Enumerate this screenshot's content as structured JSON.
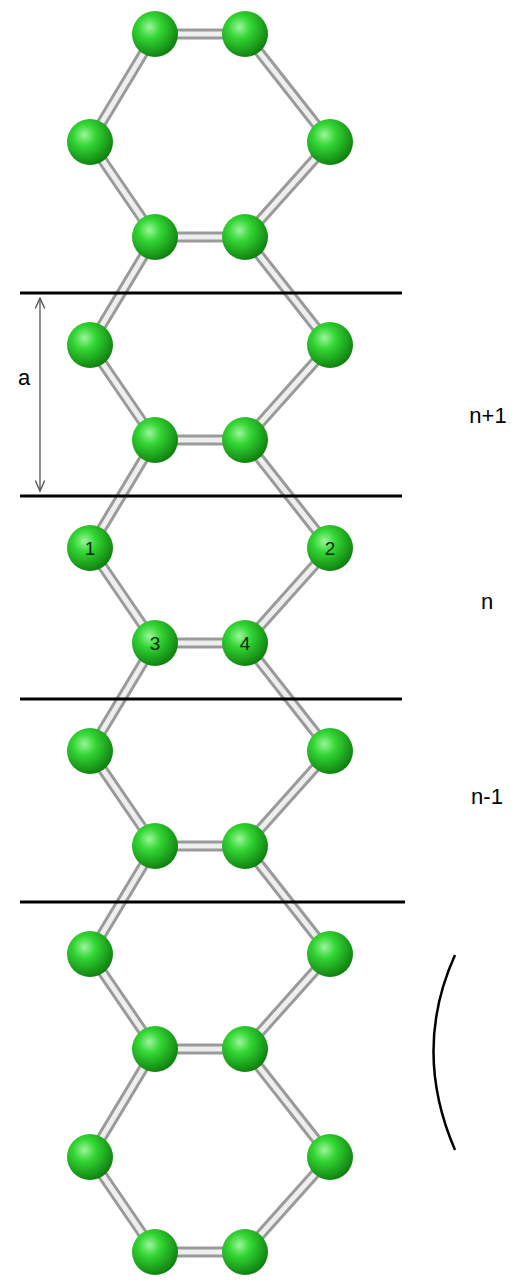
{
  "diagram": {
    "labels": [
      "a",
      "n+1",
      "1",
      "2",
      "n",
      "3",
      "4",
      "n-1"
    ]
  }
}
